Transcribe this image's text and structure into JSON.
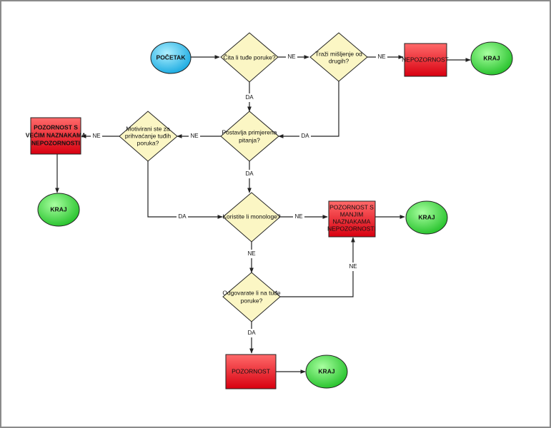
{
  "nodes": {
    "start": {
      "label": "POČETAK"
    },
    "q_reads": {
      "label": [
        "Čita li tuđe poruke?"
      ]
    },
    "q_opinion": {
      "label": [
        "Traži mišljenje od",
        "drugih?"
      ]
    },
    "inattention": {
      "label": [
        "NEPOZORNOST"
      ]
    },
    "end1": {
      "label": "KRAJ"
    },
    "q_questions": {
      "label": [
        "Postavlja primjerena",
        "pitanja?"
      ]
    },
    "q_motivated": {
      "label": [
        "Motivirani ste za",
        "prihvaćanje tuđih",
        "poruka?"
      ]
    },
    "att_more": {
      "label": [
        "POZORNOST S",
        "VEĆIM NAZNAKAMA",
        "NEPOZORNOSTI"
      ]
    },
    "end2": {
      "label": "KRAJ"
    },
    "q_monologue": {
      "label": [
        "Koristite li monologe?"
      ]
    },
    "att_less": {
      "label": [
        "POZORNOST S",
        "MANJIM",
        "NAZNAKAMA",
        "NEPOZORNOSTI"
      ]
    },
    "end3": {
      "label": "KRAJ"
    },
    "q_reply": {
      "label": [
        "Odgovarate li na tuđe",
        "poruke?"
      ]
    },
    "attention": {
      "label": [
        "POZORNOST"
      ]
    },
    "end4": {
      "label": "KRAJ"
    }
  },
  "edges": {
    "reads_no": "NE",
    "opinion_no": "NE",
    "reads_yes": "DA",
    "opinion_yes": "DA",
    "questions_no": "NE",
    "questions_yes": "DA",
    "motivated_no": "NE",
    "motivated_yes": "DA",
    "monologue_no": "NE",
    "monologue_yes": "NE",
    "reply_no": "NE",
    "reply_yes": "DA"
  },
  "colors": {
    "terminal": "#29b6e8",
    "end": "#2ecc40",
    "decision": "#fbf6c4",
    "result": "#e8202a"
  }
}
